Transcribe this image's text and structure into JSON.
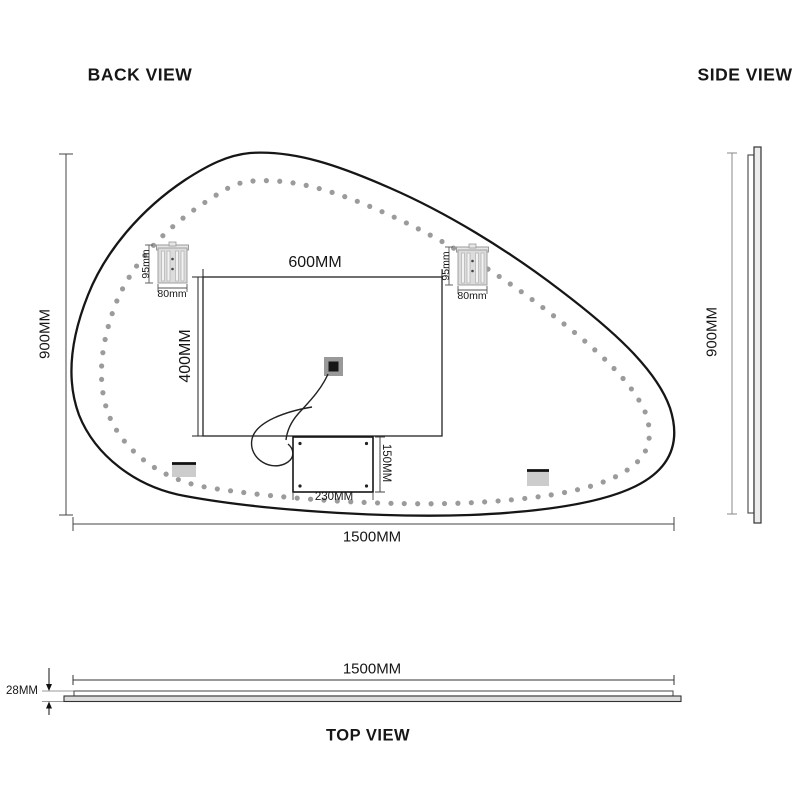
{
  "back_view": {
    "title": "BACK VIEW",
    "width": "1500MM",
    "height": "900MM",
    "inner_panel": {
      "width": "600MM",
      "height": "400MM"
    },
    "driver_box": {
      "width": "230MM",
      "height": "150MM"
    },
    "brackets": {
      "height": "95mm",
      "width": "80mm"
    }
  },
  "side_view": {
    "title": "SIDE VIEW",
    "height": "900MM"
  },
  "top_view": {
    "title": "TOP VIEW",
    "width": "1500MM",
    "thickness": "28MM"
  },
  "colors": {
    "outline": "#161616",
    "led_dot": "#9b9b9b",
    "bracket_fill": "#dcdcdc",
    "pad_fill": "#cccccc",
    "dimension_line": "#444444"
  }
}
